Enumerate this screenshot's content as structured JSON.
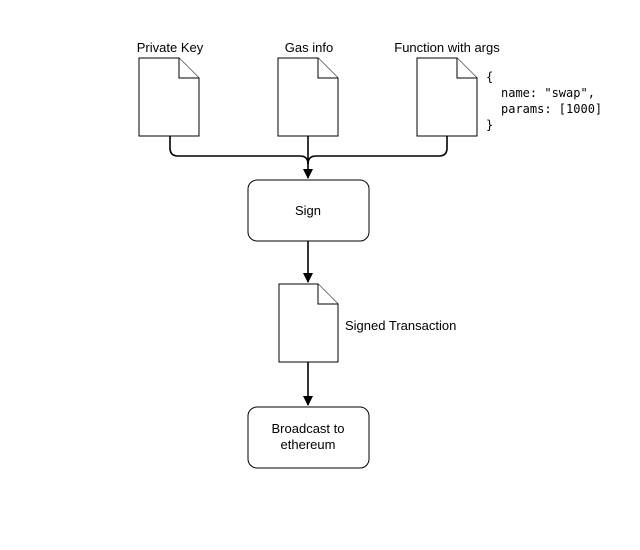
{
  "inputs": [
    {
      "label": "Private Key"
    },
    {
      "label": "Gas info"
    },
    {
      "label": "Function with args"
    }
  ],
  "code": {
    "open": "{",
    "line1": "name: \"swap\",",
    "line2": "params: [1000]",
    "close": "}"
  },
  "sign": {
    "label": "Sign"
  },
  "signed_tx": {
    "label": "Signed Transaction"
  },
  "broadcast": {
    "line1": "Broadcast to",
    "line2": "ethereum"
  }
}
